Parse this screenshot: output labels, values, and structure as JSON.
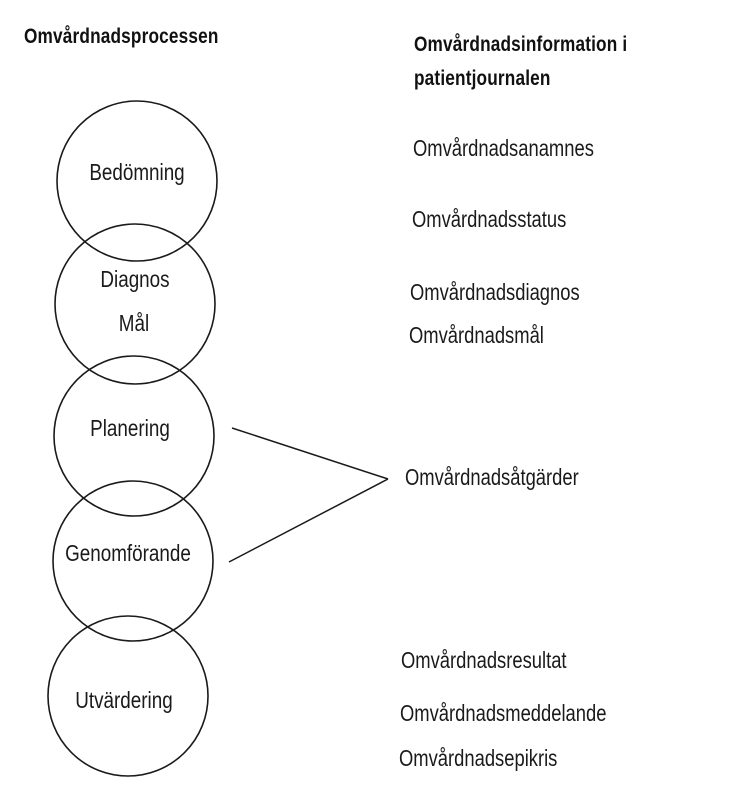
{
  "headings": {
    "process": "Omvårdnadsprocessen",
    "journal_line1": "Omvårdnadsinformation i",
    "journal_line2": "patientjournalen"
  },
  "process_steps": [
    {
      "lines": [
        "Bedömning"
      ]
    },
    {
      "lines": [
        "Diagnos",
        "Mål"
      ]
    },
    {
      "lines": [
        "Planering"
      ]
    },
    {
      "lines": [
        "Genomförande"
      ]
    },
    {
      "lines": [
        "Utvärdering"
      ]
    }
  ],
  "journal_items": [
    "Omvårdnadsanamnes",
    "Omvårdnadsstatus",
    "Omvårdnadsdiagnos",
    "Omvårdnadsmål",
    "Omvårdnadsåtgärder",
    "Omvårdnadsresultat",
    "Omvårdnadsmeddelande",
    "Omvårdnadsepikris"
  ]
}
